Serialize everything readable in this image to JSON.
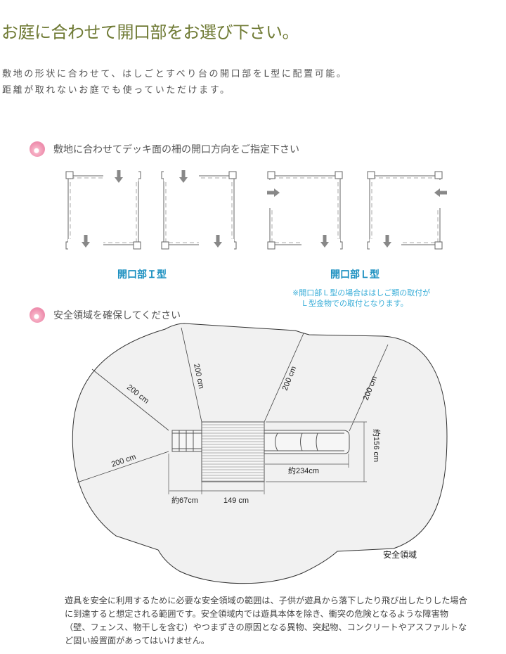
{
  "title": "お庭に合わせて開口部をお選び下さい。",
  "intro": [
    "敷地の形状に合わせて、はしごとすべり台の開口部をL型に配置可能。",
    "距離が取れないお庭でも使っていただけます。"
  ],
  "section1": {
    "icon": "pink-flower-icon",
    "heading": "敷地に合わせてデッキ面の柵の開口方向をご指定下さい"
  },
  "type_i_label": "開口部Ｉ型",
  "type_l_label": "開口部Ｌ型",
  "type_l_note": [
    "※開口部Ｌ型の場合ははしご類の取付が",
    "Ｌ型金物での取付となります。"
  ],
  "section2": {
    "icon": "pink-flower-icon",
    "heading": "安全領域を確保してください"
  },
  "diagram": {
    "radii": [
      "200 cm",
      "200 cm",
      "200 cm",
      "200 cm",
      "200 cm"
    ],
    "ladder_width": "約67cm",
    "deck_width": "149 cm",
    "slide_length": "約234cm",
    "depth": "約156 cm",
    "area_label": "安全領域"
  },
  "body_text": "遊具を安全に利用するために必要な安全領域の範囲は、子供が遊具から落下したり飛び出したりした場合に到達すると想定される範囲です。安全領域内では遊具本体を除き、衝突の危険となるような障害物（壁、フェンス、物干しを含む）やつまずきの原因となる異物、突起物、コンクリートやアスファルトなど固い設置面があってはいけません。",
  "colors": {
    "title": "#6f7a34",
    "label": "#1a8fc0",
    "note": "#3aaed8"
  }
}
